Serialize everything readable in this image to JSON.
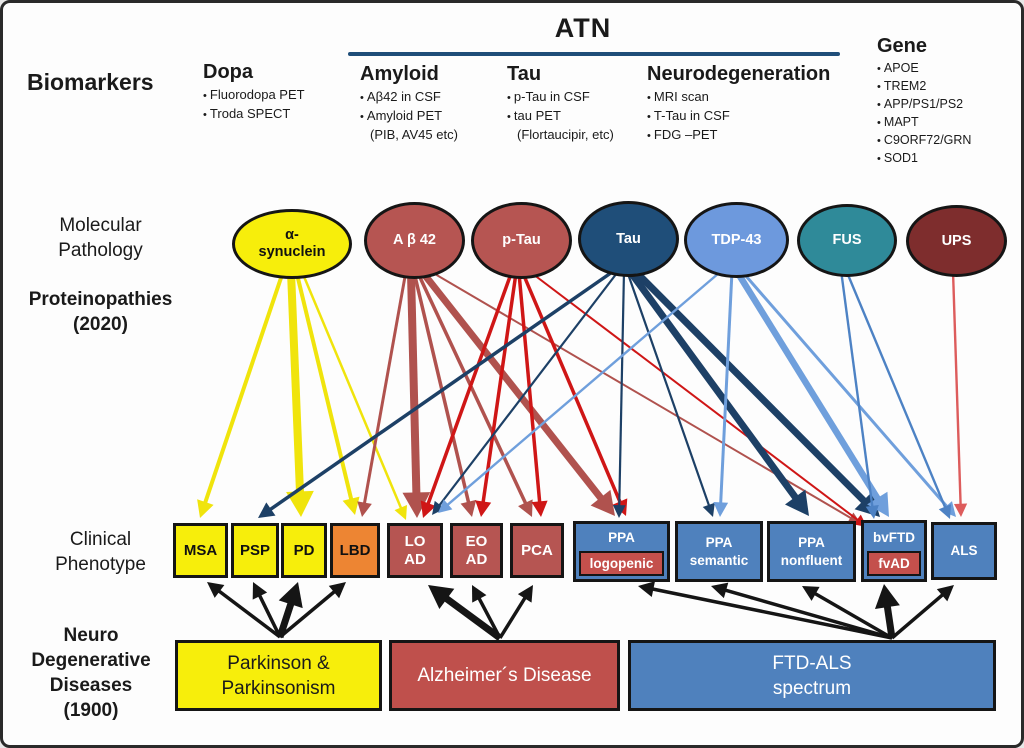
{
  "header": {
    "biomarkers_label": "Biomarkers",
    "atn_title": "ATN",
    "columns": [
      {
        "title": "Dopa",
        "items": [
          "Fluorodopa PET",
          "Troda SPECT"
        ]
      },
      {
        "title": "Amyloid",
        "items": [
          "Aβ42 in CSF",
          "Amyloid PET",
          "(PIB, AV45 etc)"
        ]
      },
      {
        "title": "Tau",
        "items": [
          "p-Tau in CSF",
          "tau PET",
          "(Flortaucipir, etc)"
        ]
      },
      {
        "title": "Neurodegeneration",
        "items": [
          "MRI scan",
          "T-Tau in CSF",
          "FDG –PET"
        ]
      },
      {
        "title": "Gene",
        "items": [
          "APOE",
          "TREM2",
          "APP/PS1/PS2",
          "MAPT",
          "C9ORF72/GRN",
          "SOD1"
        ]
      }
    ]
  },
  "row_labels": {
    "molecular_pathology": "Molecular\nPathology",
    "proteinopathies": "Proteinopathies\n(2020)",
    "clinical_phenotype": "Clinical\nPhenotype",
    "neurodegenerative_diseases": "Neuro\nDegenerative\nDiseases\n(1900)"
  },
  "pathology": {
    "alpha_synuclein": "α-\nsynuclein",
    "abeta42": "A β 42",
    "ptau": "p-Tau",
    "tau": "Tau",
    "tdp43": "TDP-43",
    "fus": "FUS",
    "ups": "UPS"
  },
  "phenotypes": {
    "msa": "MSA",
    "psp": "PSP",
    "pd": "PD",
    "lbd": "LBD",
    "lo_ad": "LO\nAD",
    "eo_ad": "EO\nAD",
    "pca": "PCA",
    "ppa_logopenic_top": "PPA",
    "ppa_logopenic_sub": "logopenic",
    "ppa_semantic": "PPA\nsemantic",
    "ppa_nonfluent": "PPA\nnonfluent",
    "bvftd": "bvFTD",
    "fvad": "fvAD",
    "als": "ALS"
  },
  "diseases": {
    "parkinson": "Parkinson &\nParkinsonism",
    "alzheimer": "Alzheimer´s Disease",
    "ftd_als": "FTD-ALS\nspectrum"
  },
  "node_colors": {
    "yellow": "#f7ee0b",
    "orange": "#ed8533",
    "brick": "#b65552",
    "navy": "#1f4e79",
    "lightblue": "#6d99dd",
    "teal": "#2f8a99",
    "maroon": "#7e2d2d",
    "blue": "#4f81bd",
    "band_red": "#c4504c"
  },
  "edge_colors": {
    "y": "#f0e40c",
    "b": "#b0524e",
    "r": "#cf1616",
    "n": "#1d4066",
    "l": "#6f9fdc",
    "f": "#4d82c4",
    "u": "#dd5c5c",
    "k": "#151515"
  },
  "edges": [
    [
      "y",
      281,
      266,
      197,
      515,
      4
    ],
    [
      "y",
      288,
      269,
      298,
      514,
      8
    ],
    [
      "y",
      293,
      267,
      352,
      512,
      4
    ],
    [
      "y",
      297,
      264,
      403,
      517,
      2.5
    ],
    [
      "b",
      403,
      268,
      359,
      514,
      3
    ],
    [
      "b",
      408,
      270,
      414,
      515,
      8
    ],
    [
      "b",
      411,
      269,
      469,
      514,
      3.5
    ],
    [
      "b",
      414,
      268,
      529,
      514,
      3.5
    ],
    [
      "b",
      417,
      266,
      612,
      513,
      7
    ],
    [
      "b",
      420,
      264,
      858,
      521,
      2
    ],
    [
      "r",
      509,
      268,
      420,
      515,
      3.5
    ],
    [
      "r",
      513,
      270,
      478,
      514,
      3.5
    ],
    [
      "r",
      516,
      270,
      538,
      514,
      3.5
    ],
    [
      "r",
      519,
      268,
      623,
      513,
      3.5
    ],
    [
      "r",
      522,
      265,
      864,
      524,
      2
    ],
    [
      "n",
      615,
      265,
      255,
      515,
      3.5
    ],
    [
      "n",
      617,
      266,
      429,
      512,
      2.2
    ],
    [
      "n",
      621,
      268,
      616,
      515,
      2.2
    ],
    [
      "n",
      624,
      268,
      710,
      514,
      2.2
    ],
    [
      "n",
      626,
      267,
      806,
      513,
      7
    ],
    [
      "n",
      629,
      265,
      877,
      514,
      7
    ],
    [
      "l",
      723,
      264,
      435,
      510,
      2.4
    ],
    [
      "l",
      729,
      268,
      717,
      514,
      3
    ],
    [
      "l",
      733,
      267,
      886,
      514,
      6.5
    ],
    [
      "l",
      736,
      265,
      953,
      514,
      3
    ],
    [
      "f",
      838,
      267,
      871,
      516,
      2.4
    ],
    [
      "f",
      843,
      267,
      947,
      516,
      2.4
    ],
    [
      "u",
      950,
      268,
      958,
      514,
      2.4
    ],
    [
      "k",
      277,
      634,
      204,
      579,
      3.5
    ],
    [
      "k",
      277,
      634,
      250,
      579,
      3.5
    ],
    [
      "k",
      277,
      634,
      295,
      579,
      7
    ],
    [
      "k",
      277,
      634,
      343,
      579,
      3.5
    ],
    [
      "k",
      497,
      635,
      425,
      582,
      7
    ],
    [
      "k",
      497,
      635,
      469,
      582,
      3.5
    ],
    [
      "k",
      497,
      635,
      530,
      582,
      3.5
    ],
    [
      "k",
      889,
      635,
      635,
      583,
      3.5
    ],
    [
      "k",
      889,
      635,
      708,
      583,
      3.5
    ],
    [
      "k",
      889,
      635,
      799,
      583,
      3.5
    ],
    [
      "k",
      889,
      635,
      881,
      581,
      7
    ],
    [
      "k",
      889,
      635,
      951,
      582,
      3.5
    ]
  ]
}
